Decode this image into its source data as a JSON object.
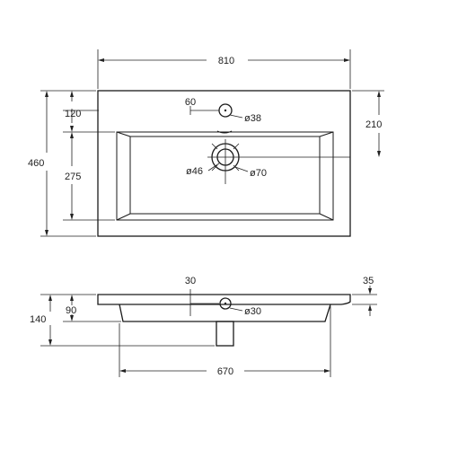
{
  "top_view": {
    "width_total": "810",
    "faucet_offset": "60",
    "faucet_hole": "ø38",
    "top_to_drain": "120",
    "height_total": "460",
    "bowl_depth": "275",
    "right_offset": "210",
    "drain_hole": "ø46",
    "drain_flange": "ø70"
  },
  "side_view": {
    "faucet_offset": "30",
    "rim_height": "35",
    "overflow_hole": "ø30",
    "bowl_height": "90",
    "total_height": "140",
    "bowl_width": "670"
  }
}
